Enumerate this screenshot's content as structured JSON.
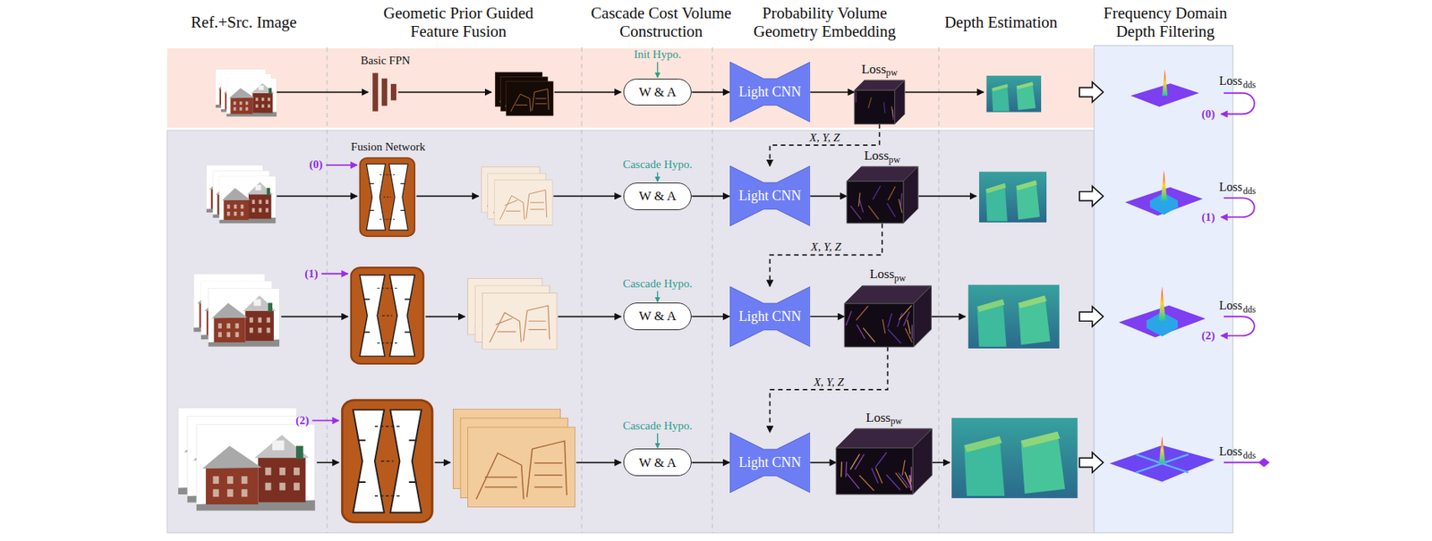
{
  "diagram": {
    "nodes": [
      {
        "text": [
          "W & A"
        ]
      },
      {
        "text": [
          "Light CNN"
        ]
      },
      {
        "text": [
          "Loss",
          "pw"
        ]
      },
      {
        "text": [
          "W & A"
        ]
      },
      {
        "text": [
          "Light CNN"
        ]
      },
      {
        "text": [
          "Loss",
          "pw"
        ]
      },
      {
        "text": [
          "W & A"
        ]
      },
      {
        "text": [
          "Light CNN"
        ]
      },
      {
        "text": [
          "Loss",
          "pw"
        ]
      },
      {
        "text": [
          "W & A"
        ]
      },
      {
        "text": [
          "Light CNN"
        ]
      },
      {
        "text": [
          "Loss",
          "pw"
        ]
      }
    ],
    "edges": [
      {
        "from": 0,
        "to": 1,
        "arrow": "to"
      },
      {
        "from": 1,
        "to": 2,
        "arrow": "to"
      },
      {
        "from": 2,
        "to": 4,
        "label": "X, Y, Z",
        "arrow": "to"
      },
      {
        "from": 3,
        "to": 4,
        "arrow": "to"
      },
      {
        "from": 4,
        "to": 5,
        "arrow": "to"
      },
      {
        "from": 5,
        "to": 7,
        "label": "X, Y, Z",
        "arrow": "to"
      },
      {
        "from": 6,
        "to": 7,
        "arrow": "to"
      },
      {
        "from": 7,
        "to": 8,
        "arrow": "to"
      },
      {
        "from": 8,
        "to": 10,
        "label": "X, Y, Z",
        "arrow": "to"
      },
      {
        "from": 9,
        "to": 10,
        "arrow": "to"
      },
      {
        "from": 10,
        "to": 11,
        "arrow": "to"
      }
    ],
    "labels": [
      "Ref.+Src. Image",
      "Geometic Prior Guided Feature Fusion",
      "Cascade Cost Volume Construction",
      "Probability Volume Geometry Embedding",
      "Depth Estimation",
      "Frequency Domain Depth Filtering",
      "Basic FPN",
      "Init Hypo.",
      "Loss",
      "dds",
      "(0)",
      "Fusion Network",
      "(0)",
      "Cascade Hypo.",
      "Loss",
      "dds",
      "(1)",
      "(1)",
      "Cascade Hypo.",
      "Loss",
      "dds",
      "(2)",
      "(2)",
      "Cascade Hypo.",
      "Loss",
      "dds"
    ]
  }
}
